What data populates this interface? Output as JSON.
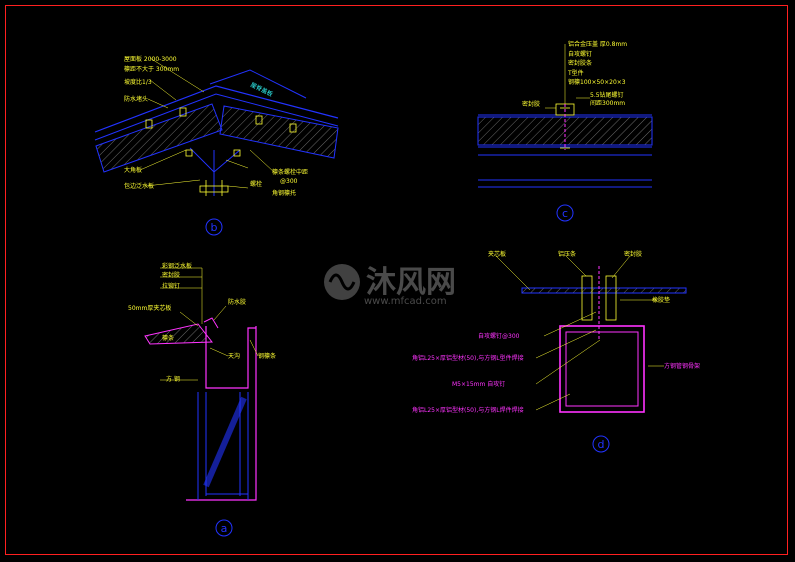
{
  "detail_b": {
    "roof_label": "屋面板 2000-3000",
    "spacing_label": "檩距不大于 300mm",
    "slope_label": "坡度比1/3",
    "seal_label": "防水堵头",
    "ridge_cap": "屋脊盖板",
    "ridge_label": "大角板",
    "flashing_label": "包边泛水板",
    "purlin_label": "檩条螺栓中距",
    "purlin_spacing": "@300",
    "bolt_label": "螺栓",
    "angle_label": "角钢檩托",
    "circle": "b"
  },
  "detail_c": {
    "l1": "铝合金压盖 厚0.8mm",
    "l2": "自攻螺钉",
    "l3": "密封胶条",
    "l4": "T型件",
    "l5": "钢檩100×50×20×3",
    "l6": "5.5钻尾螺钉",
    "l7": "间距300mm",
    "l8": "密封胶",
    "circle": "c"
  },
  "detail_a": {
    "l1": "彩钢泛水板",
    "l2": "密封胶",
    "l3": "拉铆钉",
    "l4": "50mm厚夹芯板",
    "l5": "防水胶",
    "l6": "天沟",
    "l7": "钢檩条",
    "l8": "檩条",
    "l9": "方 钢",
    "circle": "a"
  },
  "detail_d": {
    "l1": "夹芯板",
    "l2": "铝压条",
    "l3": "密封胶",
    "l4": "橡胶垫",
    "l5": "自攻螺钉@300",
    "l6": "角铝L25×厚铝型材(50),与方钢L型件焊接",
    "l7": "M5×15mm 自攻钉",
    "l8": "角铝L25×厚铝型材(50),与方钢L焊件焊接",
    "l9": "方钢管钢骨架",
    "circle": "d"
  },
  "watermark": {
    "brand": "沐风网",
    "url": "www.mfcad.com"
  },
  "colors": {
    "background": "#000000",
    "frame": "#ff2020",
    "structure": "#2233ff",
    "text": "#ffff33",
    "steel": "#ff33ff",
    "accent": "#33ffff"
  }
}
